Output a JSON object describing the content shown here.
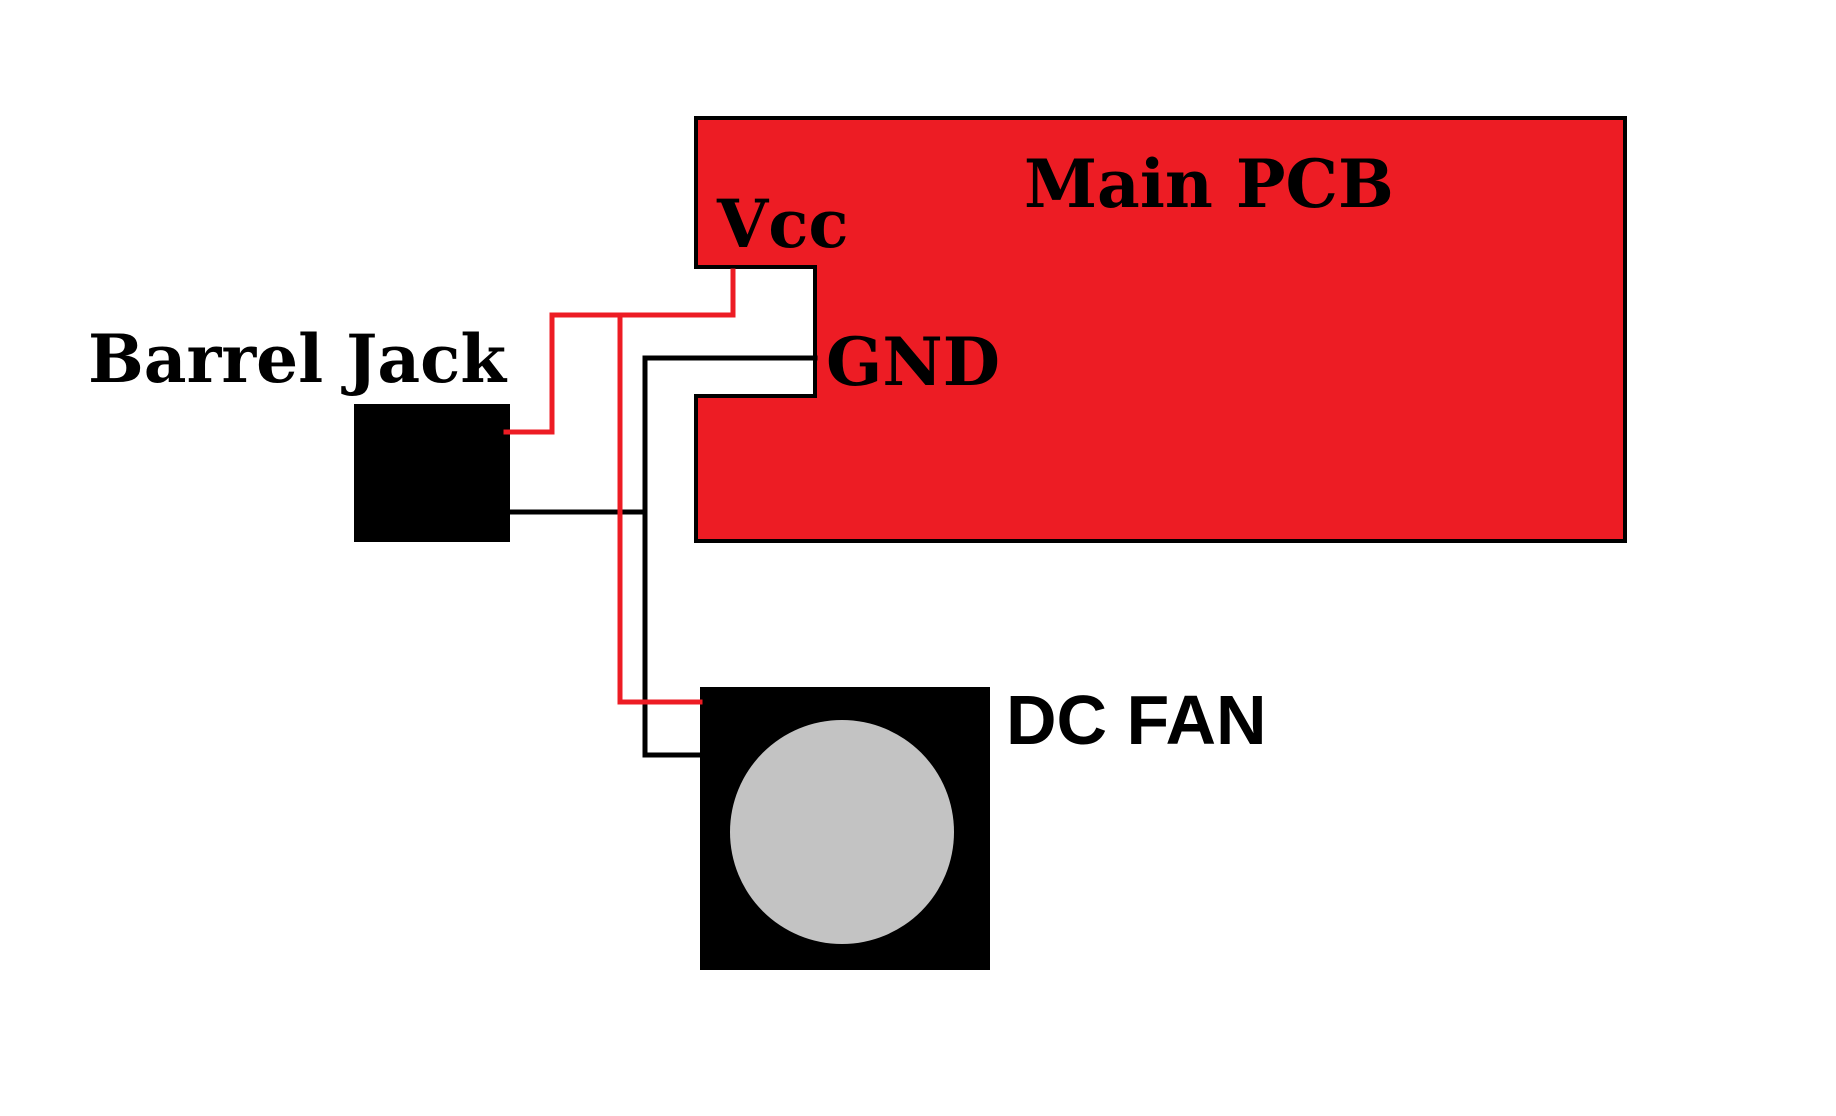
{
  "labels": {
    "main_pcb": "Main PCB",
    "vcc": "Vcc",
    "gnd": "GND",
    "barrel_jack": "Barrel Jack",
    "dc_fan": "DC FAN"
  },
  "colors": {
    "pcb_fill": "#ed1c24",
    "outline": "#000000",
    "power_wire": "#ed1c24",
    "ground_wire": "#000000",
    "component_fill": "#000000",
    "fan_blade": "#c3c3c3",
    "background": "#ffffff"
  },
  "components": {
    "main_pcb": {
      "kind": "circuit-board"
    },
    "barrel_jack": {
      "kind": "power-connector"
    },
    "dc_fan": {
      "kind": "fan"
    }
  },
  "connections": [
    {
      "name": "vcc-to-barrel-jack",
      "net": "power"
    },
    {
      "name": "vcc-to-fan",
      "net": "power"
    },
    {
      "name": "gnd-to-barrel-jack",
      "net": "ground"
    },
    {
      "name": "gnd-to-fan",
      "net": "ground"
    }
  ]
}
